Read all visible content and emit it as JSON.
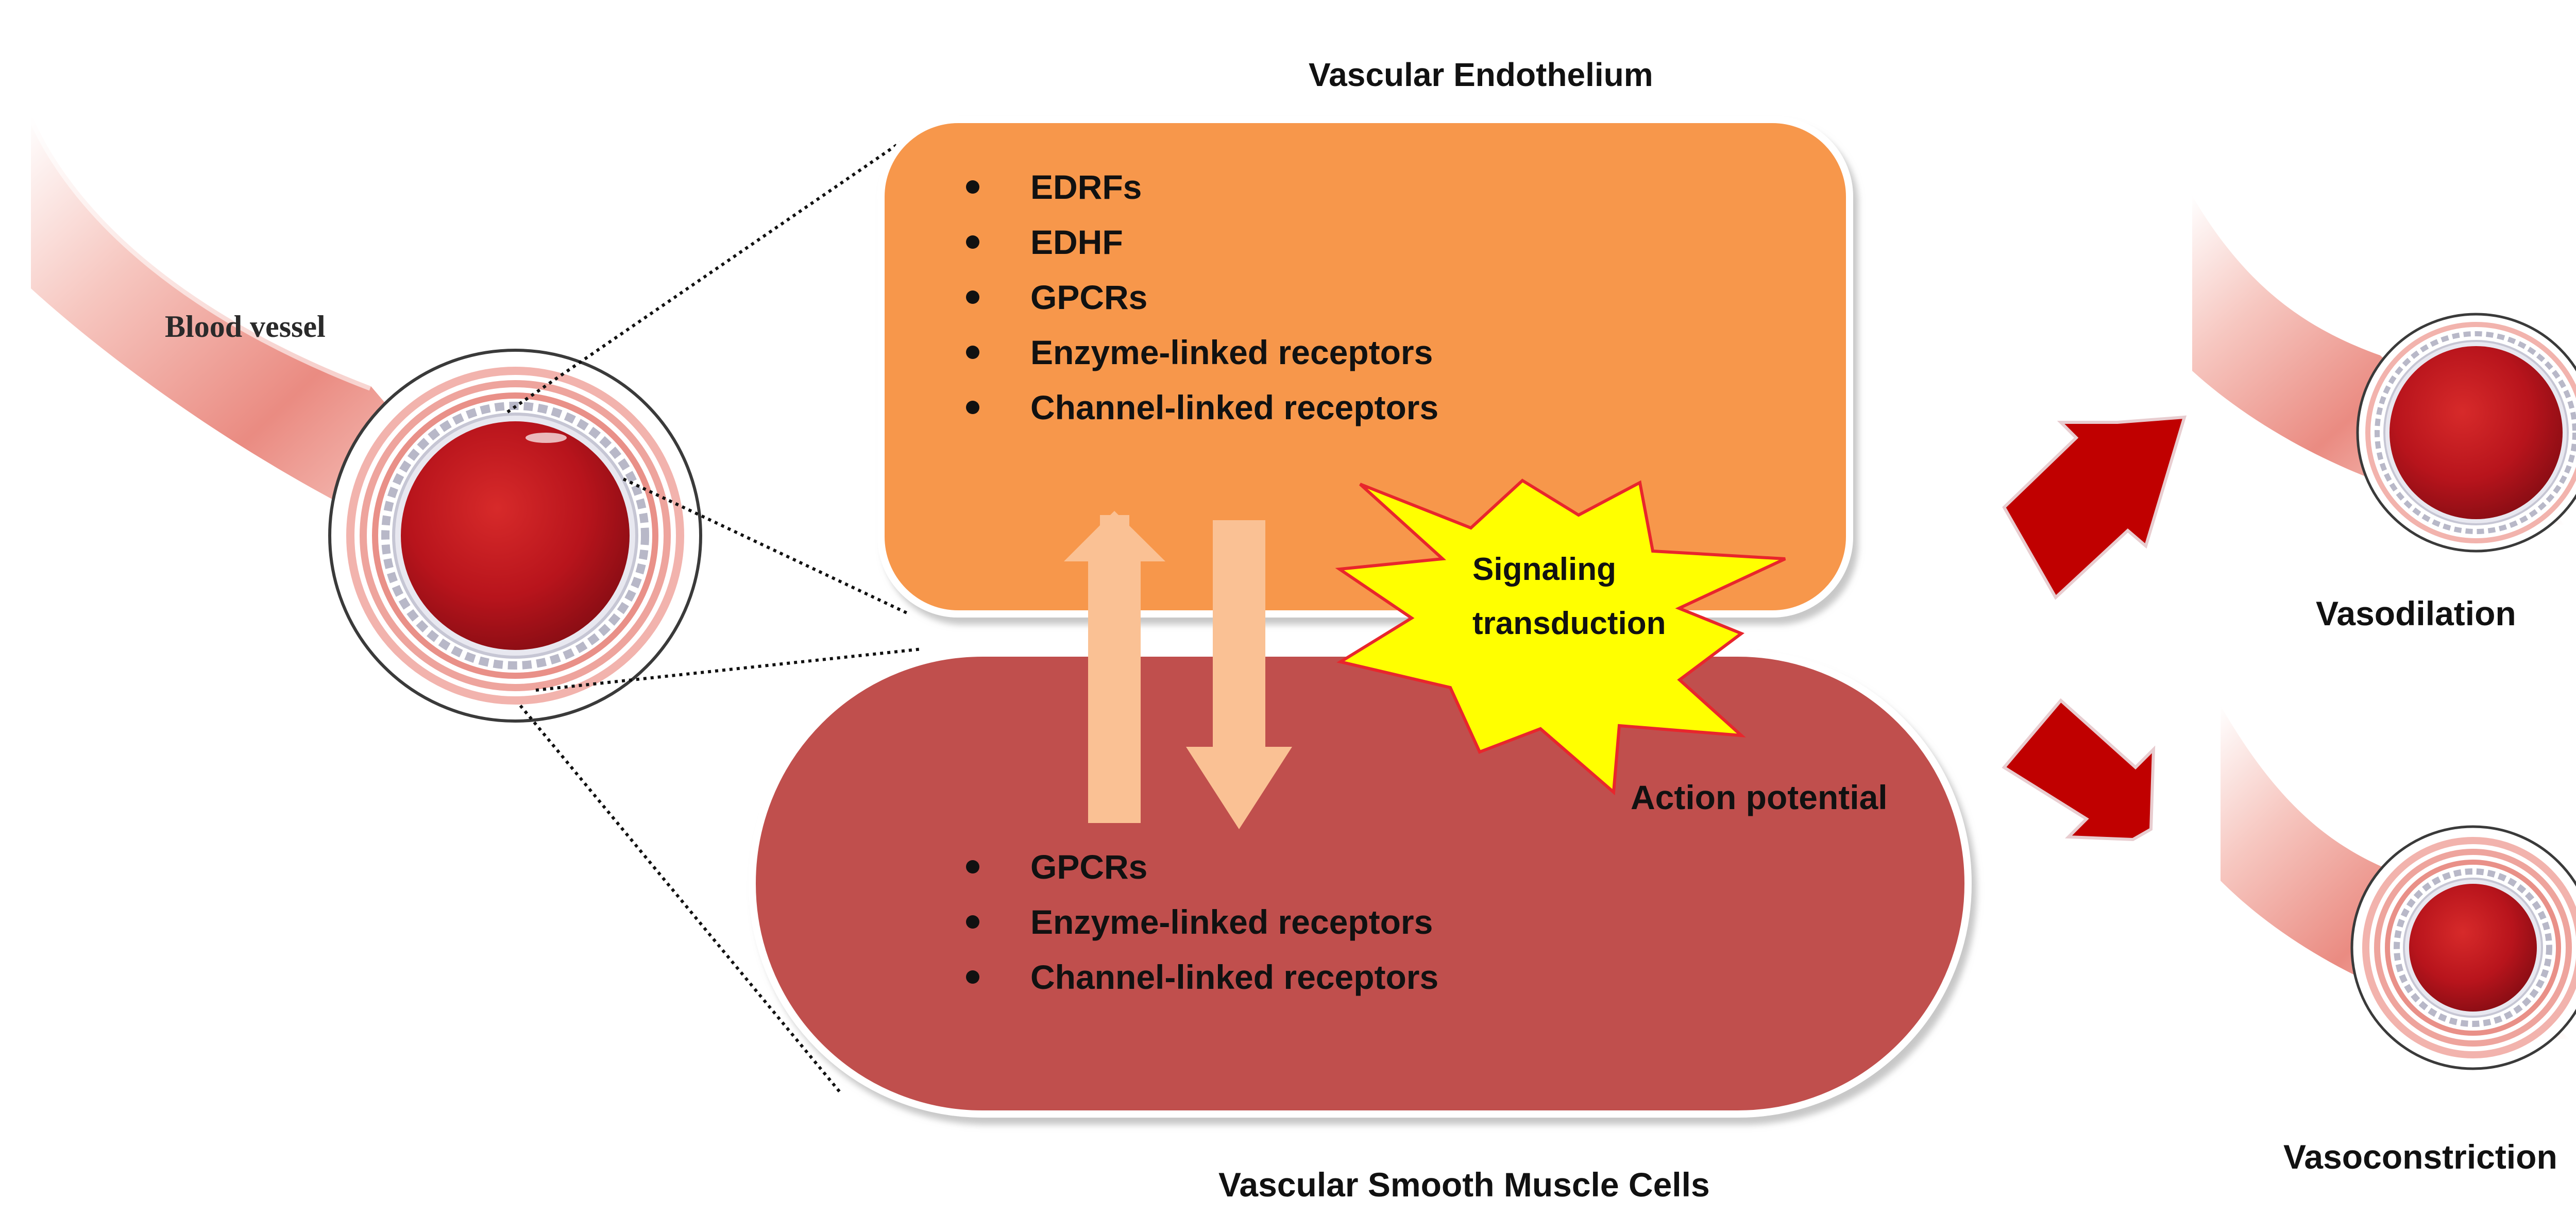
{
  "labels": {
    "blood_vessel": "Blood vessel",
    "endothelium": "Vascular Endothelium",
    "smooth_muscle": "Vascular Smooth Muscle Cells",
    "signaling": [
      "Signaling",
      "transduction"
    ],
    "action_potential": "Action potential",
    "vasodilation": "Vasodilation",
    "vasoconstriction": "Vasoconstriction"
  },
  "endothelium_items": [
    "EDRFs",
    "EDHF",
    "GPCRs",
    "Enzyme-linked receptors",
    "Channel-linked receptors"
  ],
  "smooth_muscle_items": [
    "GPCRs",
    "Enzyme-linked receptors",
    "Channel-linked receptors"
  ],
  "colors": {
    "endothelium_box": "#f7974b",
    "smooth_muscle_box": "#c0504d",
    "exchange_arrows": "#fac194",
    "starburst": "#ffff00",
    "starburst_outline": "#e8262c",
    "outcome_arrows": "#c00000",
    "vessel_lumen": "#c8101e"
  },
  "icons": [
    "blood-vessel-cross-section",
    "exchange-up-arrow",
    "exchange-down-arrow",
    "starburst",
    "outcome-arrow"
  ]
}
